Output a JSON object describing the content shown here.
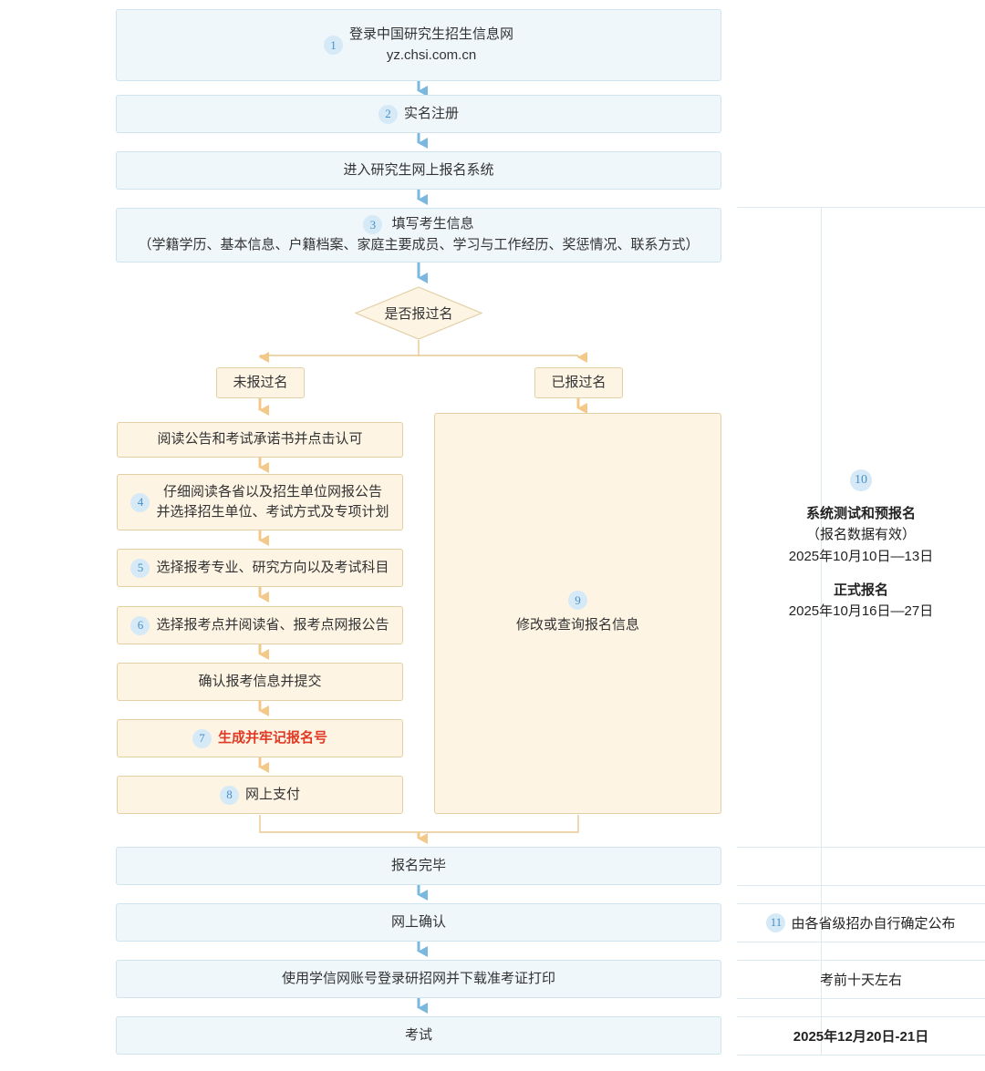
{
  "flow": {
    "steps": [
      {
        "id": "login",
        "badge": "1",
        "line1": "登录中国研究生招生信息网",
        "line2": "yz.chsi.com.cn"
      },
      {
        "id": "realname-register",
        "badge": "2",
        "line1": "实名注册"
      },
      {
        "id": "enter-system",
        "badge": "",
        "line1": "进入研究生网上报名系统"
      },
      {
        "id": "fill-info",
        "badge": "3",
        "line1": "填写考生信息",
        "line2": "（学籍学历、基本信息、户籍档案、家庭主要成员、学习与工作经历、奖惩情况、联系方式）"
      }
    ],
    "decision": {
      "id": "registered-before",
      "label": "是否报过名"
    },
    "branches": {
      "left_label": "未报过名",
      "right_label": "已报过名"
    },
    "left_steps": [
      {
        "id": "read-notice",
        "badge": "",
        "line1": "阅读公告和考试承诺书并点击认可"
      },
      {
        "id": "read-province-notice",
        "badge": "4",
        "line1": "仔细阅读各省以及招生单位网报公告",
        "line2": "并选择招生单位、考试方式及专项计划"
      },
      {
        "id": "select-major",
        "badge": "5",
        "line1": "选择报考专业、研究方向以及考试科目"
      },
      {
        "id": "select-exam-site",
        "badge": "6",
        "line1": "选择报考点并阅读省、报考点网报公告"
      },
      {
        "id": "confirm-submit",
        "badge": "",
        "line1": "确认报考信息并提交"
      },
      {
        "id": "generate-number",
        "badge": "7",
        "line1": "生成并牢记报名号",
        "highlight": true
      },
      {
        "id": "online-payment",
        "badge": "8",
        "line1": "网上支付"
      }
    ],
    "right_step": {
      "id": "modify-query",
      "badge": "9",
      "line1": "修改或查询报名信息"
    },
    "tail_steps": [
      {
        "id": "registration-done",
        "badge": "",
        "line1": "报名完毕"
      },
      {
        "id": "online-confirm",
        "badge": "",
        "line1": "网上确认"
      },
      {
        "id": "download-admission-ticket",
        "badge": "",
        "line1": "使用学信网账号登录研招网并下载准考证打印"
      },
      {
        "id": "exam",
        "badge": "",
        "line1": "考试"
      }
    ]
  },
  "side_panel": {
    "registration_block": {
      "badge": "10",
      "title1": "系统测试和预报名",
      "sub1": "（报名数据有效）",
      "date1": "2025年10月10日—13日",
      "title2": "正式报名",
      "date2": "2025年10月16日—27日"
    },
    "rows": [
      {
        "id": "confirm-date",
        "badge": "11",
        "text": "由各省级招办自行确定公布"
      },
      {
        "id": "ticket-date",
        "badge": "",
        "text": "考前十天左右"
      },
      {
        "id": "exam-date",
        "badge": "",
        "text": "2025年12月20日-21日"
      }
    ]
  },
  "colors": {
    "blue_fill": "#eff7fb",
    "blue_border": "#cfe4ef",
    "orange_fill": "#fdf4e4",
    "orange_border": "#e3cfa4",
    "arrow_blue": "#7bb8e0",
    "arrow_orange": "#f3c98a",
    "badge_fill": "#d5e9f7",
    "badge_text": "#4a90c4",
    "highlight_red": "#e03a24",
    "panel_line": "#dce9f0"
  }
}
